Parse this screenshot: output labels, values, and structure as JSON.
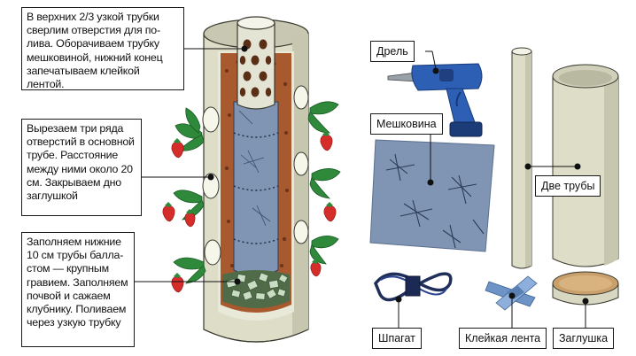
{
  "steps": [
    "В верхних 2/3 узкой трубки сверлим отверстия для по- лива. Оборачиваем трубку мешковиной, нижний конец запечатываем клейкой лентой.",
    "Вырезаем три ряда отверстий в основной трубе. Расстояние между ними около 20 см. Закрываем дно заглушкой",
    "Заполняем нижние 10 см трубы балла- стом — крупным гравием. Заполняем почвой и сажаем клубнику. Поливаем через узкую трубку"
  ],
  "materials": {
    "drill": "Дрель",
    "burlap": "Мешковина",
    "two_pipes": "Две трубы",
    "twine": "Шпагат",
    "tape": "Клейкая лента",
    "plug": "Заглушка"
  },
  "colors": {
    "pipe": "#ddddc8",
    "soil": "#a85a2e",
    "burlap": "#7f95b3",
    "drill": "#2d5fb4",
    "strawberry": "#d42d2a",
    "leaf": "#2e8a3a",
    "gravel": "#c9dcc4",
    "plug_top": "#c9a06c"
  }
}
